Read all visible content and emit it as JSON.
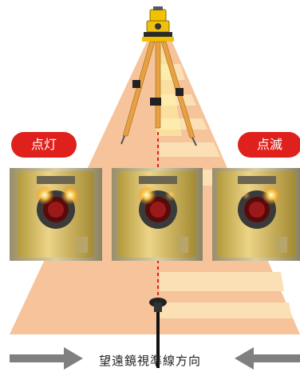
{
  "labels": {
    "lit": "点灯",
    "flash": "点滅",
    "direction": "望遠鏡視準線方向"
  },
  "colors": {
    "beam": "#f7c49a",
    "beam_stripe": "#fbdcb2",
    "badge": "#e0201c",
    "sight_line": "#e0201c",
    "arrow": "#808080",
    "instrument_yellow": "#f2c200",
    "lens_red": "#c0181a",
    "panel_gray": "#d8d2bd"
  },
  "icons": {
    "instrument": "total-station-icon",
    "prism": "prism-pole-icon",
    "arrow_left": "arrow-right-icon",
    "arrow_right": "arrow-left-icon"
  }
}
